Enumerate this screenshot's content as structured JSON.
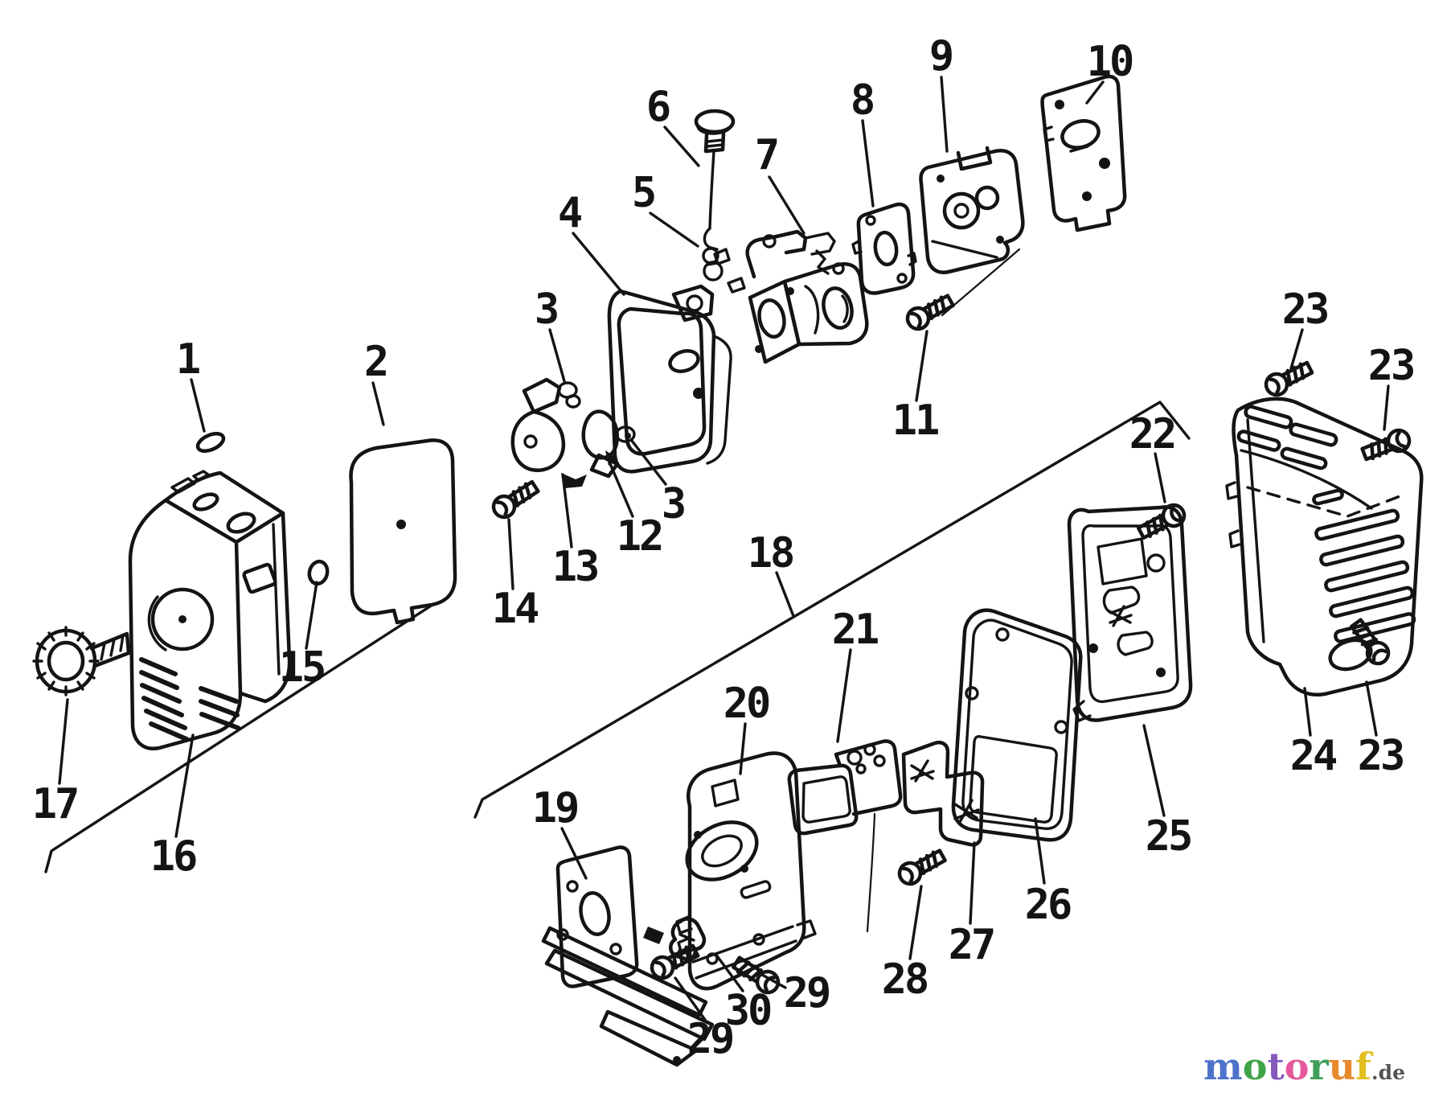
{
  "colors": {
    "ink": "#141414",
    "background": "#ffffff"
  },
  "callouts": {
    "c1": "1",
    "c2": "2",
    "c3a": "3",
    "c3b": "3",
    "c4": "4",
    "c5": "5",
    "c6": "6",
    "c7": "7",
    "c8": "8",
    "c9": "9",
    "c10": "10",
    "c11": "11",
    "c12": "12",
    "c13": "13",
    "c14": "14",
    "c15": "15",
    "c16": "16",
    "c17": "17",
    "c18": "18",
    "c19": "19",
    "c20": "20",
    "c21": "21",
    "c22": "22",
    "c23a": "23",
    "c23b": "23",
    "c23c": "23",
    "c24": "24",
    "c25": "25",
    "c26": "26",
    "c27": "27",
    "c28": "28",
    "c29a": "29",
    "c29b": "29",
    "c30": "30"
  },
  "watermark": {
    "letters": [
      {
        "ch": "m",
        "style": "color:#4e73cc"
      },
      {
        "ch": "o",
        "style": "color:#3fa447"
      },
      {
        "ch": "t",
        "style": "color:#8659bd"
      },
      {
        "ch": "o",
        "style": "color:#e5589b"
      },
      {
        "ch": "r",
        "style": "color:#3f9e5a"
      },
      {
        "ch": "u",
        "style": "color:#e8892b"
      },
      {
        "ch": "f",
        "style": "color:#e3bf1e"
      }
    ],
    "suffix": ".de",
    "suffix_style": "color:#555555"
  }
}
